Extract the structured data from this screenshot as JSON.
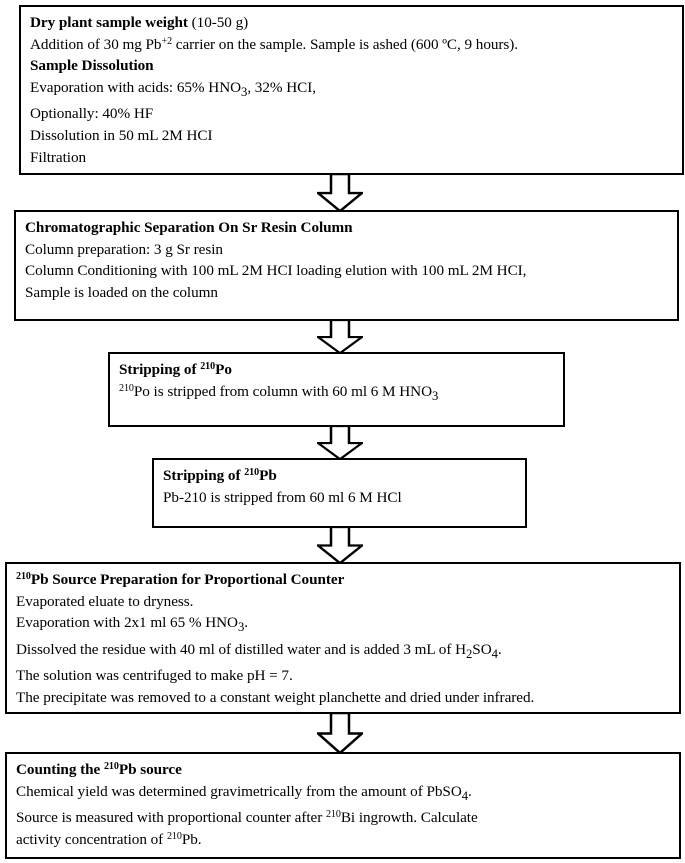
{
  "diagram": {
    "title": "Radiochemical separation and measurement procedure for Pb-210 in plant samples",
    "type": "flowchart",
    "orientation": "top-to-bottom",
    "colors": {
      "background": "#ffffff",
      "border": "#000000",
      "text": "#000000"
    },
    "nodes": [
      {
        "id": "dry-plant-sample-weight",
        "lines": [
          {
            "bold": true,
            "html": "Dry plant sample weight <span class=\"reg\">(10-50 g)</span>"
          },
          {
            "bold": false,
            "html": "Addition of 30 mg Pb<sup>+2</sup> carrier on the sample. Sample is ashed (600 ºC, 9 hours)."
          },
          {
            "bold": true,
            "html": "Sample Dissolution"
          },
          {
            "bold": false,
            "html": "Evaporation with acids: 65% HNO<sub>3</sub>, 32% HCI,"
          },
          {
            "bold": false,
            "html": "Optionally: 40% HF"
          },
          {
            "bold": false,
            "html": "Dissolution in 50 mL 2M HCI"
          },
          {
            "bold": false,
            "html": "Filtration"
          }
        ]
      },
      {
        "id": "chromatographic-separation",
        "lines": [
          {
            "bold": true,
            "html": "Chromatographic Separation On Sr Resin Column"
          },
          {
            "bold": false,
            "html": "Column preparation: 3 g Sr resin"
          },
          {
            "bold": false,
            "html": "Column Conditioning with 100 mL 2M HCI loading elution with 100 mL 2M HCI,"
          },
          {
            "bold": false,
            "html": "Sample is loaded on the column"
          }
        ]
      },
      {
        "id": "stripping-of-po-210",
        "lines": [
          {
            "bold": true,
            "html": "Stripping of <sup>210</sup>Po"
          },
          {
            "bold": false,
            "html": "<sup>210</sup>Po is stripped from column with 60 ml 6 M HNO<sub>3</sub>"
          }
        ]
      },
      {
        "id": "stripping-of-pb-210",
        "lines": [
          {
            "bold": true,
            "html": "Stripping of <sup>210</sup>Pb"
          },
          {
            "bold": false,
            "html": "Pb-210 is stripped from 60 ml 6 M HCl"
          }
        ]
      },
      {
        "id": "pb-210-source-preparation",
        "lines": [
          {
            "bold": true,
            "html": "<sup>210</sup>Pb Source Preparation for Proportional Counter"
          },
          {
            "bold": false,
            "html": "Evaporated eluate to dryness."
          },
          {
            "bold": false,
            "html": "Evaporation with 2x1 ml 65 % HNO<sub>3</sub>."
          },
          {
            "bold": false,
            "html": "Dissolved the residue with 40 ml of distilled water and is added 3 mL of H<sub>2</sub>SO<sub>4</sub>."
          },
          {
            "bold": false,
            "html": "The solution was centrifuged to make pH = 7."
          },
          {
            "bold": false,
            "html": "The precipitate was removed to a constant weight planchette and dried under infrared."
          }
        ]
      },
      {
        "id": "counting-the-pb-210-source",
        "lines": [
          {
            "bold": true,
            "html": "Counting the <sup>210</sup>Pb source"
          },
          {
            "bold": false,
            "html": "Chemical yield was determined gravimetrically from the amount of PbSO<sub>4</sub>."
          },
          {
            "bold": false,
            "html": "Source is measured with proportional counter after <sup>210</sup>Bi ingrowth. Calculate"
          },
          {
            "bold": false,
            "html": "activity concentration of <sup>210</sup>Pb."
          }
        ]
      }
    ],
    "connectors": [
      {
        "id": "arrow-dry-sample-to-chromatography",
        "shape": "hollow-block-arrow-down"
      },
      {
        "id": "arrow-chromatography-to-po-stripping",
        "shape": "hollow-block-arrow-down"
      },
      {
        "id": "arrow-po-stripping-to-pb-stripping",
        "shape": "hollow-block-arrow-down"
      },
      {
        "id": "arrow-pb-stripping-to-source-prep",
        "shape": "hollow-block-arrow-down"
      },
      {
        "id": "arrow-source-prep-to-counting",
        "shape": "hollow-block-arrow-down"
      }
    ]
  }
}
